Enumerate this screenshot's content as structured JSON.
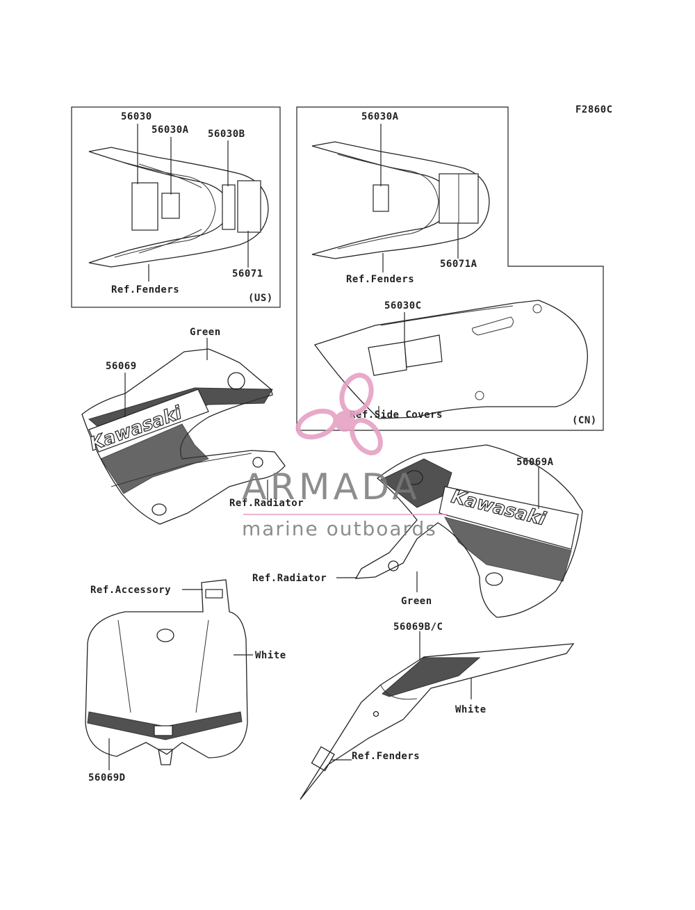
{
  "figure_code": "F2860C",
  "boxes": {
    "us": {
      "tag": "(US)"
    },
    "cn": {
      "tag": "(CN)"
    }
  },
  "labels": {
    "us_56030": "56030",
    "us_56030A": "56030A",
    "us_56030B": "56030B",
    "us_56071": "56071",
    "us_ref_fenders": "Ref.Fenders",
    "cn_56030A": "56030A",
    "cn_56071A": "56071A",
    "cn_ref_fenders": "Ref.Fenders",
    "cn_56030C": "56030C",
    "cn_ref_side_covers": "Ref.Side Covers",
    "left_green": "Green",
    "left_56069": "56069",
    "left_ref_radiator": "Ref.Radiator",
    "right_56069A": "56069A",
    "right_ref_radiator": "Ref.Radiator",
    "right_green": "Green",
    "plate_ref_accessory": "Ref.Accessory",
    "plate_white": "White",
    "plate_56069D": "56069D",
    "fender_56069BC": "56069B/C",
    "fender_white": "White",
    "fender_ref_fenders": "Ref.Fenders"
  },
  "shroud_text": {
    "left": "Kawasaki",
    "right": "Kawasaki"
  },
  "watermark": {
    "brand": "ARMADA",
    "tagline": "marine outboards",
    "logo_color": "#e6a1c4"
  }
}
